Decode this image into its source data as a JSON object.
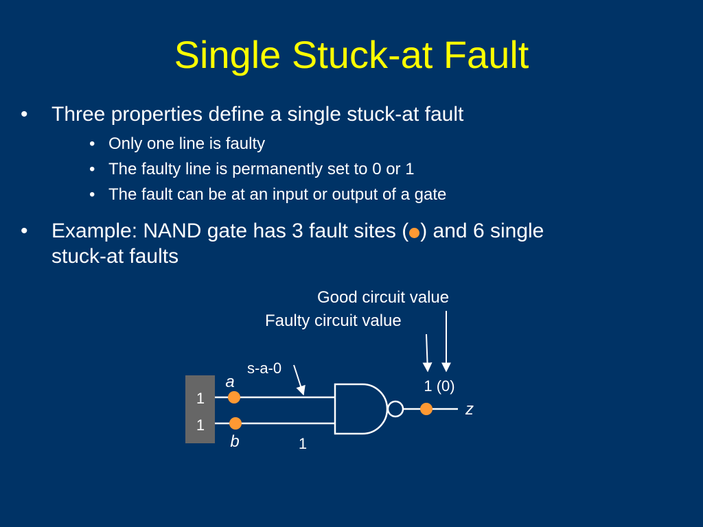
{
  "slide": {
    "title": "Single Stuck-at Fault",
    "bullets": [
      {
        "text": "Three properties define a single stuck-at fault",
        "sub": [
          "Only one line is faulty",
          "The faulty line is permanently set to 0 or 1",
          "The fault can be at an input or output of a gate"
        ]
      },
      {
        "text_before": "Example: NAND gate has 3 fault sites (",
        "text_after": ") and 6 single",
        "text_line2": "stuck-at faults"
      }
    ],
    "bullet_char": "•"
  },
  "diagram": {
    "good_value_label": "Good circuit value",
    "faulty_value_label": "Faulty circuit value",
    "fault_label": "s-a-0",
    "input_a_name": "a",
    "input_b_name": "b",
    "output_name": "z",
    "input_a_value": "1",
    "input_b_value": "1",
    "line_b_value": "1",
    "output_value": "1 (0)",
    "colors": {
      "background": "#003366",
      "title": "#ffff00",
      "fault_site": "#ff9933",
      "input_box": "#666666",
      "line": "#ffffff"
    }
  }
}
